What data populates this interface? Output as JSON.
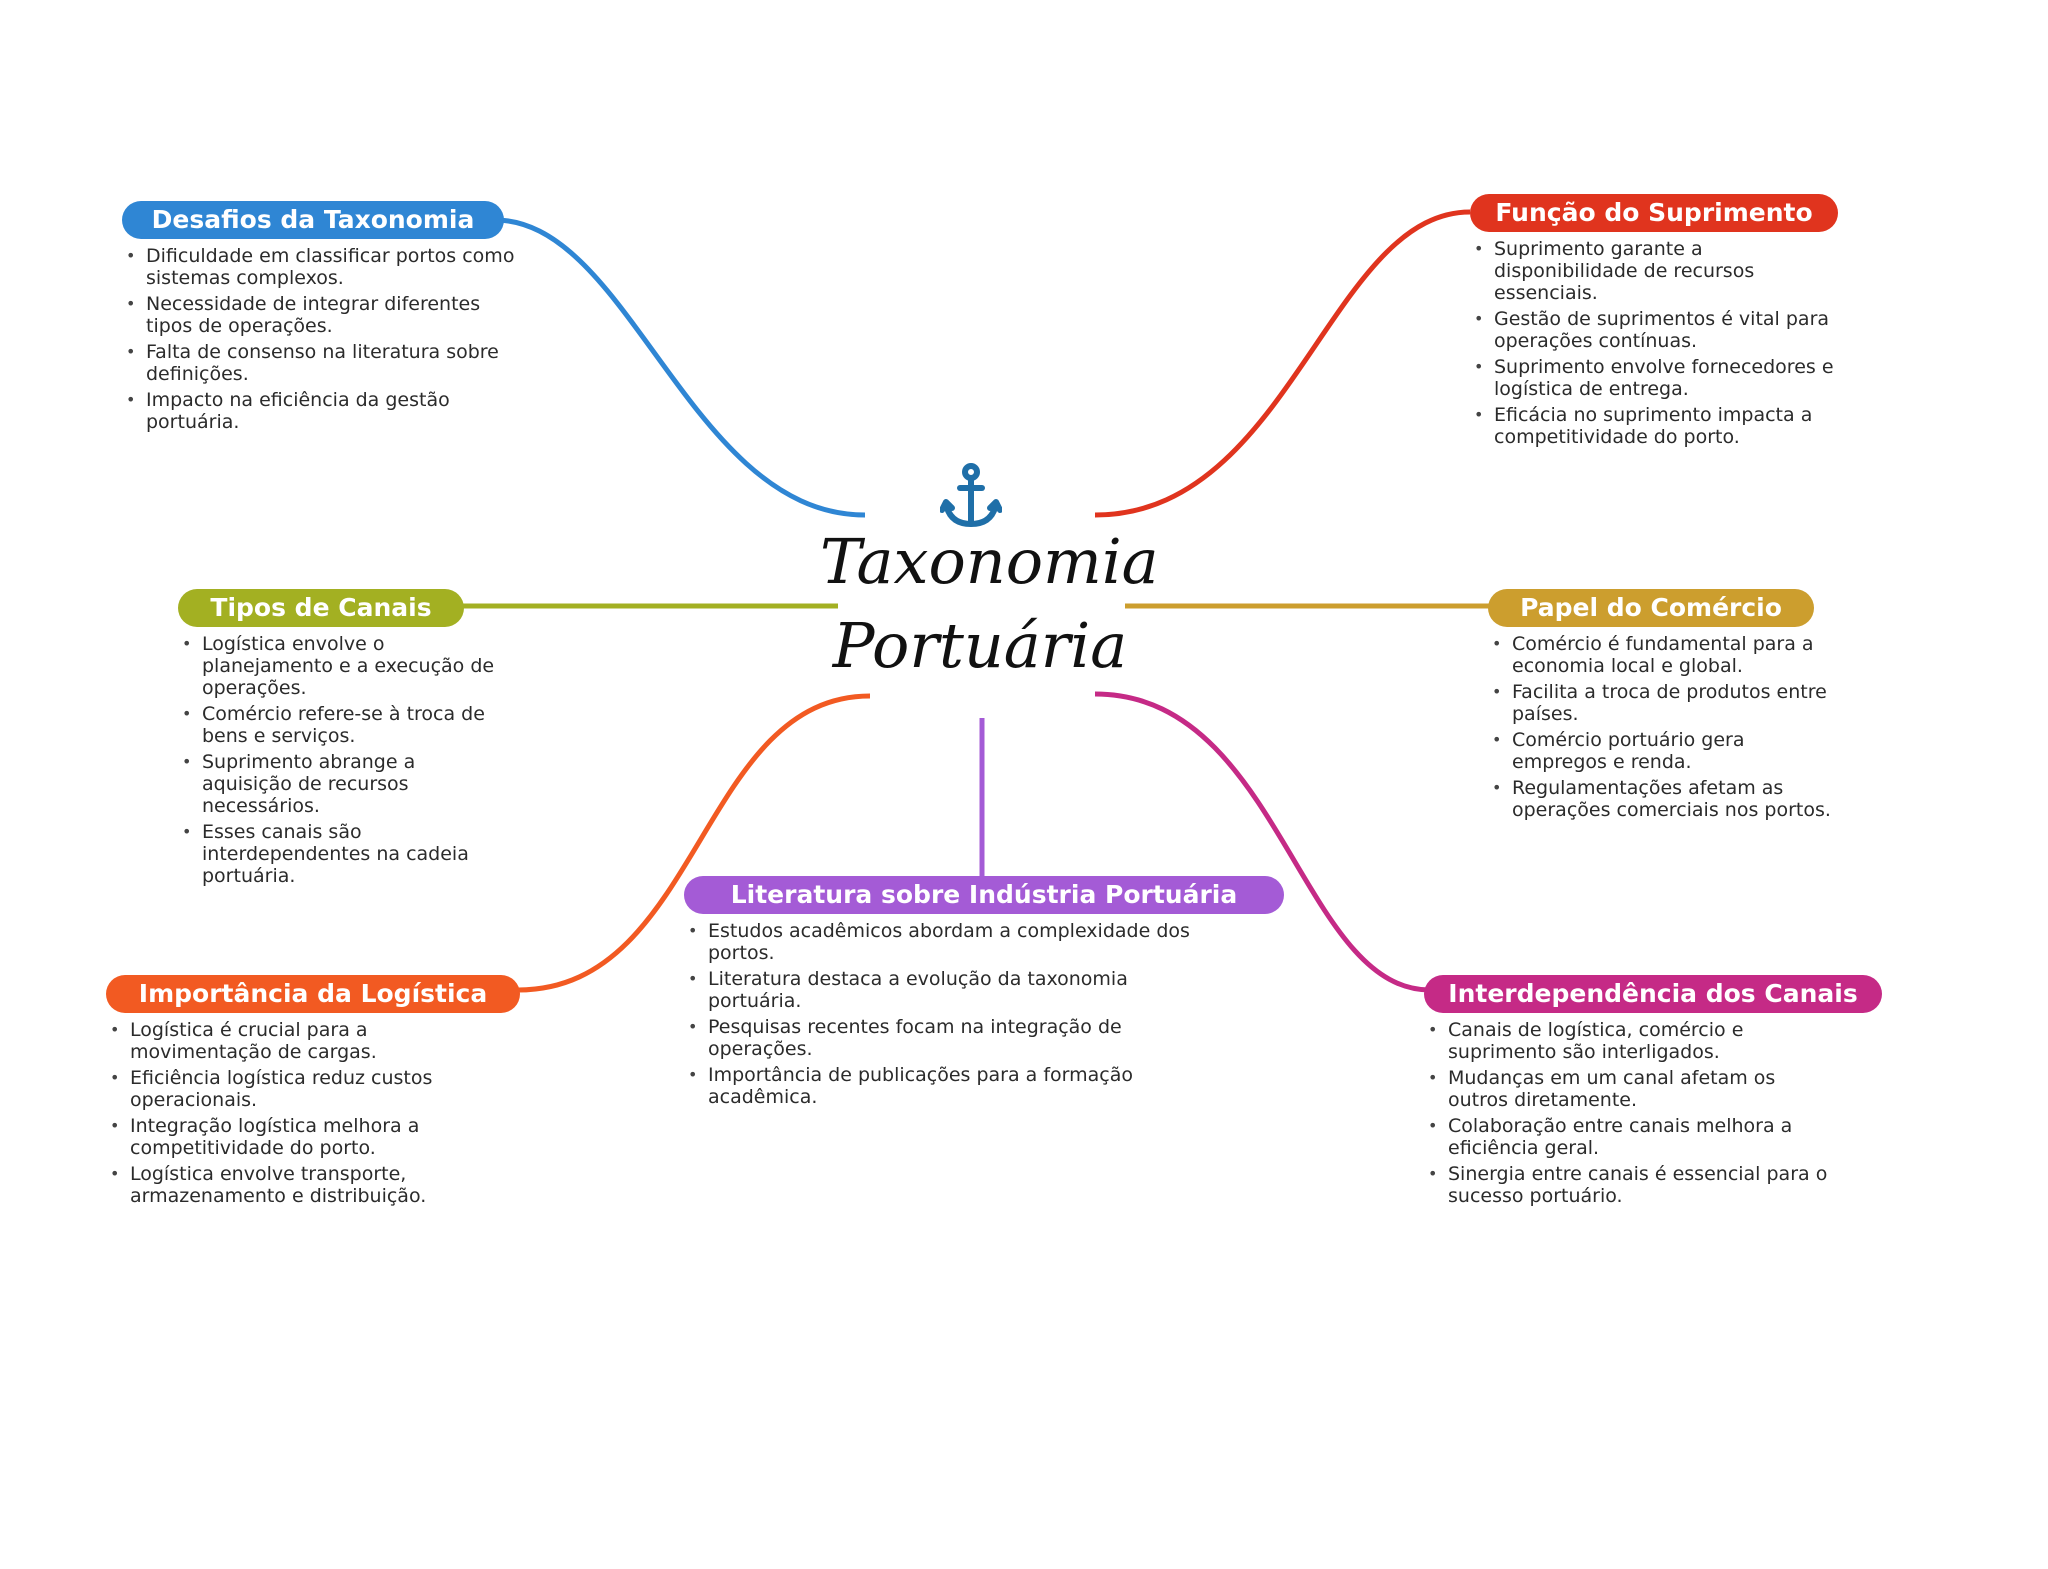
{
  "center": {
    "line1": "Taxonomia",
    "line2": "Portuária",
    "icon": "anchor-icon",
    "icon_color": "#1f6fa8"
  },
  "branches": [
    {
      "id": "desafios",
      "title": "Desafios da Taxonomia",
      "color": "#2f86d4",
      "items": [
        "Dificuldade em classificar portos como sistemas complexos.",
        "Necessidade de integrar diferentes tipos de operações.",
        "Falta de consenso na literatura sobre definições.",
        "Impacto na eficiência da gestão portuária."
      ]
    },
    {
      "id": "funcao",
      "title": "Função do Suprimento",
      "color": "#e0341e",
      "items": [
        "Suprimento garante a disponibilidade de recursos essenciais.",
        "Gestão de suprimentos é vital para operações contínuas.",
        "Suprimento envolve fornecedores e logística de entrega.",
        "Eficácia no suprimento impacta a competitividade do porto."
      ]
    },
    {
      "id": "tipos",
      "title": "Tipos de Canais",
      "color": "#a3b022",
      "items": [
        "Logística envolve o planejamento e a execução de operações.",
        "Comércio refere-se à troca de bens e serviços.",
        "Suprimento abrange a aquisição de recursos necessários.",
        "Esses canais são interdependentes na cadeia portuária."
      ]
    },
    {
      "id": "papel",
      "title": "Papel do Comércio",
      "color": "#cc9e2e",
      "items": [
        "Comércio é fundamental para a economia local e global.",
        "Facilita a troca de produtos entre países.",
        "Comércio portuário gera empregos e renda.",
        "Regulamentações afetam as operações comerciais nos portos."
      ]
    },
    {
      "id": "literatura",
      "title": "Literatura sobre Indústria Portuária",
      "color": "#a45bd6",
      "items": [
        "Estudos acadêmicos abordam a complexidade dos portos.",
        "Literatura destaca a evolução da taxonomia portuária.",
        "Pesquisas recentes focam na integração de operações.",
        "Importância de publicações para a formação acadêmica."
      ]
    },
    {
      "id": "importancia",
      "title": "Importância da Logística",
      "color": "#f25a22",
      "items": [
        "Logística é crucial para a movimentação de cargas.",
        "Eficiência logística reduz custos operacionais.",
        "Integração logística melhora a competitividade do porto.",
        "Logística envolve transporte, armazenamento e distribuição."
      ]
    },
    {
      "id": "interdependencia",
      "title": "Interdependência dos Canais",
      "color": "#c52a86",
      "items": [
        "Canais de logística, comércio e suprimento são interligados.",
        "Mudanças em um canal afetam os outros diretamente.",
        "Colaboração entre canais melhora a eficiência geral.",
        "Sinergia entre canais é essencial para o sucesso portuário."
      ]
    }
  ]
}
